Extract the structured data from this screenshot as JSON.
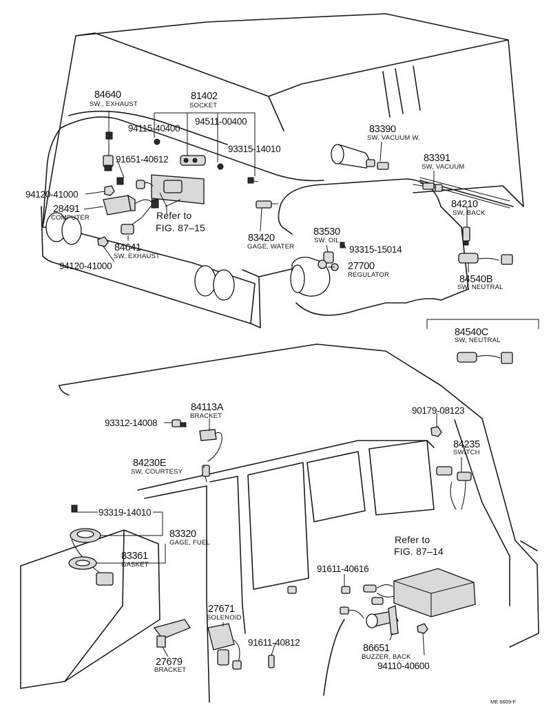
{
  "labels": {
    "p84640": {
      "number": "84640",
      "desc": "SW., EXHAUST"
    },
    "p81402": {
      "number": "81402",
      "desc": "SOCKET"
    },
    "p94115_40400": "94115-40400",
    "p94511_00400": "94511-00400",
    "p93315_14010": "93315-14010",
    "p91651_40612": "91651-40612",
    "p94120_41000_top": "94120-41000",
    "p28491": {
      "number": "28491",
      "desc": "COMPUTER"
    },
    "ref87_15": {
      "line1": "Refer to",
      "line2": "FIG. 87–15"
    },
    "p84641": {
      "number": "84641",
      "desc": "SW, EXHAUST"
    },
    "p94120_41000_bottom": "94120-41000",
    "p83390": {
      "number": "83390",
      "desc": "SW. VACUUM W."
    },
    "p83391": {
      "number": "83391",
      "desc": "SW, VACUUM"
    },
    "p84210": {
      "number": "84210",
      "desc": "SW, BACK"
    },
    "p83420": {
      "number": "83420",
      "desc": "GAGE, WATER"
    },
    "p83530": {
      "number": "83530",
      "desc": "SW. OIL"
    },
    "p93315_15014": "93315-15014",
    "p27700": {
      "number": "27700",
      "desc": "REGULATOR"
    },
    "p84540B": {
      "number": "84540B",
      "desc": "SW, NEUTRAL"
    },
    "p84540C": {
      "number": "84540C",
      "desc": "SW, NEUTRAL"
    },
    "p84113A": {
      "number": "84113A",
      "desc": "BRACKET"
    },
    "p93312_14008": "93312-14008",
    "p84230E": {
      "number": "84230E",
      "desc": "SW, COURTESY"
    },
    "p90179_08123": "90179-08123",
    "p84235": {
      "number": "84235",
      "desc": "SWITCH"
    },
    "p93319_14010": "93319-14010",
    "p83320": {
      "number": "83320",
      "desc": "GAGE, FUEL"
    },
    "p83361": {
      "number": "83361",
      "desc": "GASKET"
    },
    "ref87_14": {
      "line1": "Refer to",
      "line2": "FIG. 87–14"
    },
    "p91611_40616": "91611-40616",
    "p27671": {
      "number": "27671",
      "desc": "SOLENOID"
    },
    "p27679": {
      "number": "27679",
      "desc": "BRACKET"
    },
    "p91611_40812": "91611-40812",
    "p86651": {
      "number": "86651",
      "desc": "BUZZER, BACK"
    },
    "p94110_40600": "94110-40600",
    "code": "ME 6609-F"
  }
}
